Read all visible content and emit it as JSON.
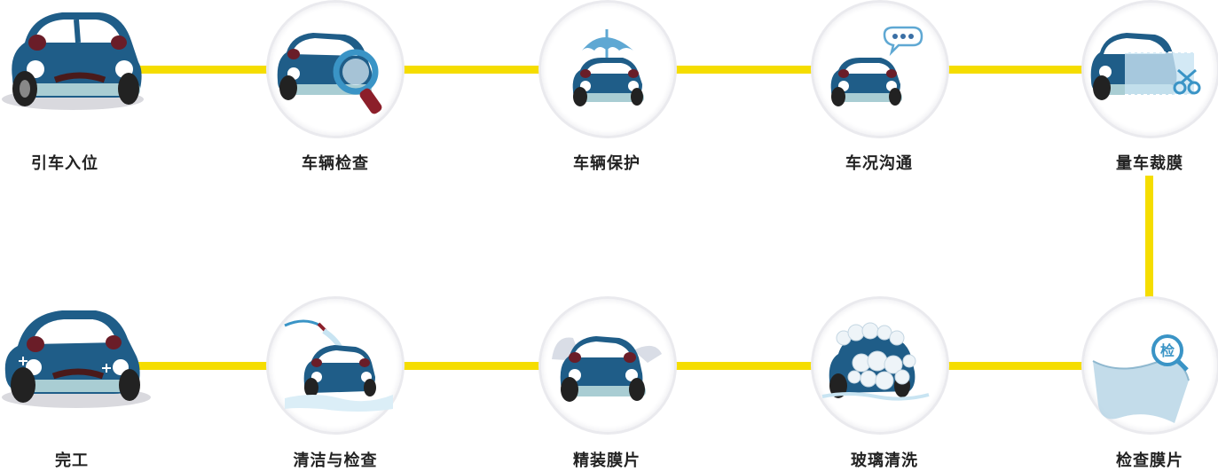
{
  "colors": {
    "line": "#f5dd00",
    "car_body": "#1f5d88",
    "car_dark": "#17496b",
    "accent": "#5fa8d3"
  },
  "steps": [
    {
      "label": "引车入位",
      "icon": "car-icon"
    },
    {
      "label": "车辆检查",
      "icon": "magnifier-car-icon"
    },
    {
      "label": "车辆保护",
      "icon": "umbrella-car-icon"
    },
    {
      "label": "车况沟通",
      "icon": "chat-bubble-car-icon"
    },
    {
      "label": "量车裁膜",
      "icon": "scissors-film-car-icon"
    },
    {
      "label": "检查膜片",
      "icon": "film-inspect-icon"
    },
    {
      "label": "玻璃清洗",
      "icon": "foam-wash-car-icon"
    },
    {
      "label": "精装膜片",
      "icon": "film-install-car-icon"
    },
    {
      "label": "清洁与检查",
      "icon": "water-spray-car-icon"
    },
    {
      "label": "完工",
      "icon": "sparkle-car-icon"
    }
  ]
}
